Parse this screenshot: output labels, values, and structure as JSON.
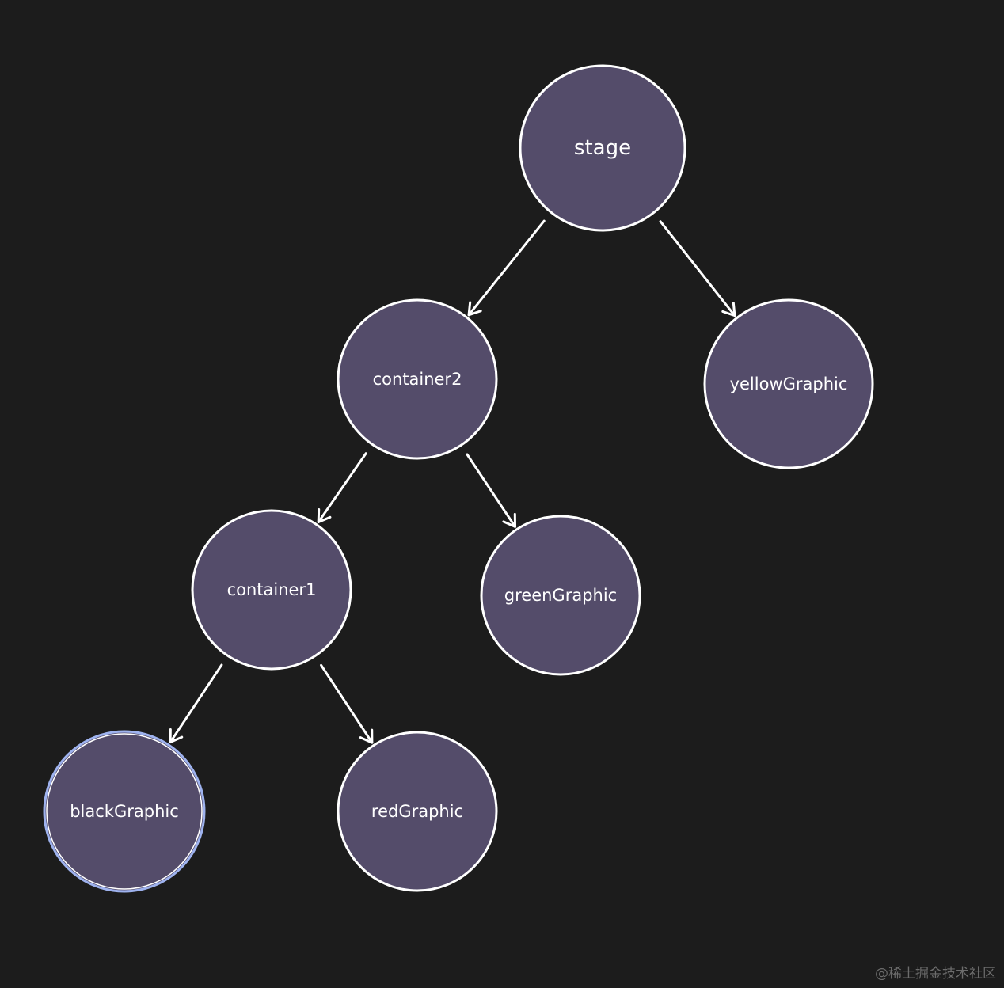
{
  "diagram": {
    "nodes": [
      {
        "id": "stage",
        "label": "stage",
        "selected": false
      },
      {
        "id": "container2",
        "label": "container2",
        "selected": false
      },
      {
        "id": "yellowGraphic",
        "label": "yellowGraphic",
        "selected": false
      },
      {
        "id": "container1",
        "label": "container1",
        "selected": false
      },
      {
        "id": "greenGraphic",
        "label": "greenGraphic",
        "selected": false
      },
      {
        "id": "blackGraphic",
        "label": "blackGraphic",
        "selected": true
      },
      {
        "id": "redGraphic",
        "label": "redGraphic",
        "selected": false
      }
    ],
    "edges": [
      {
        "from": "stage",
        "to": "container2"
      },
      {
        "from": "stage",
        "to": "yellowGraphic"
      },
      {
        "from": "container2",
        "to": "container1"
      },
      {
        "from": "container2",
        "to": "greenGraphic"
      },
      {
        "from": "container1",
        "to": "blackGraphic"
      },
      {
        "from": "container1",
        "to": "redGraphic"
      }
    ],
    "colors": {
      "background": "#1c1c1c",
      "node_fill": "#544c6a",
      "node_stroke": "#ffffff",
      "selected_stroke": "#9eb2ee",
      "edge": "#ffffff"
    }
  },
  "watermark": "@稀土掘金技术社区"
}
